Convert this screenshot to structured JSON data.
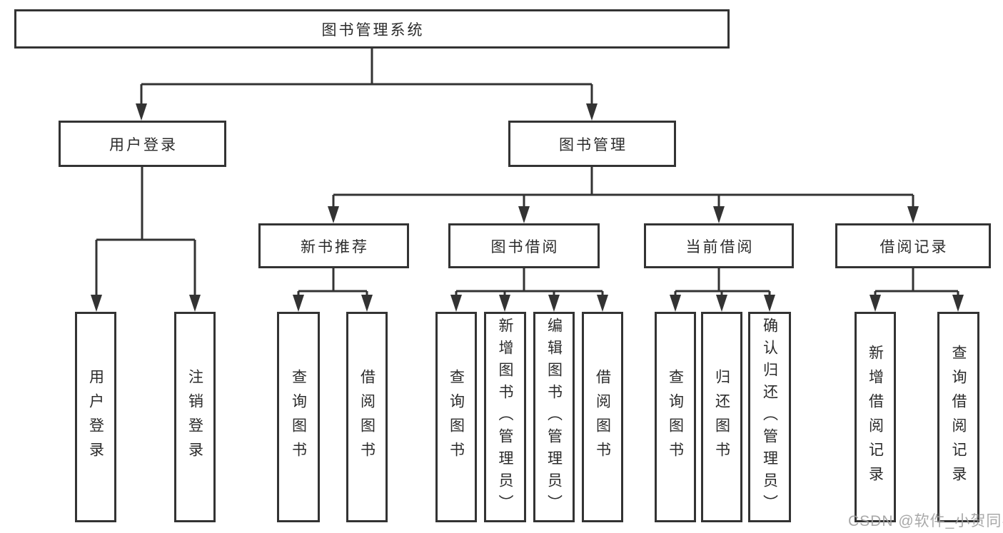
{
  "diagram": {
    "root": {
      "label": "图书管理系统",
      "children": [
        {
          "label": "用户登录",
          "children": [
            {
              "label": "用户登录"
            },
            {
              "label": "注销登录"
            }
          ]
        },
        {
          "label": "图书管理",
          "children": [
            {
              "label": "新书推荐",
              "children": [
                {
                  "label": "查询图书"
                },
                {
                  "label": "借阅图书"
                }
              ]
            },
            {
              "label": "图书借阅",
              "children": [
                {
                  "label": "查询图书"
                },
                {
                  "label": "新增图书（管理员）"
                },
                {
                  "label": "编辑图书（管理员）"
                },
                {
                  "label": "借阅图书"
                }
              ]
            },
            {
              "label": "当前借阅",
              "children": [
                {
                  "label": "查询图书"
                },
                {
                  "label": "归还图书"
                },
                {
                  "label": "确认归还（管理员）"
                }
              ]
            },
            {
              "label": "借阅记录",
              "children": [
                {
                  "label": "新增借阅记录"
                },
                {
                  "label": "查询借阅记录"
                }
              ]
            }
          ]
        }
      ]
    },
    "watermark": "CSDN @软件_小贺同学",
    "colors": {
      "line": "#333333",
      "box_background": "#ffffff",
      "text": "#2b2b2b",
      "watermark": "#9e9e9e"
    }
  }
}
